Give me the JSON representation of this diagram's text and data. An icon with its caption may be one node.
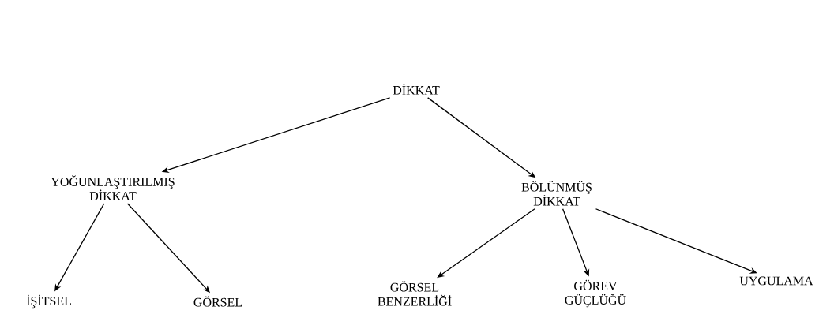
{
  "diagram": {
    "nodes": [
      {
        "text": [
          "DİKKAT"
        ]
      },
      {
        "text": [
          "YOĞUNLAŞTIRILMIŞ DİKKAT"
        ]
      },
      {
        "text": [
          "BÖLÜNMÜŞ DİKKAT"
        ]
      },
      {
        "text": [
          "İŞİTSEL"
        ]
      },
      {
        "text": [
          "GÖRSEL"
        ]
      },
      {
        "text": [
          "GÖRSEL BENZERLİĞİ"
        ]
      },
      {
        "text": [
          "GÖREV GÜÇLÜĞÜ"
        ]
      },
      {
        "text": [
          "UYGULAMA"
        ]
      }
    ],
    "edges": [
      {
        "from": 0,
        "to": 1,
        "arrow": "to"
      },
      {
        "from": 0,
        "to": 2,
        "arrow": "to"
      },
      {
        "from": 1,
        "to": 3,
        "arrow": "to"
      },
      {
        "from": 1,
        "to": 4,
        "arrow": "to"
      },
      {
        "from": 2,
        "to": 5,
        "arrow": "to"
      },
      {
        "from": 2,
        "to": 6,
        "arrow": "to"
      },
      {
        "from": 2,
        "to": 7,
        "arrow": "to"
      }
    ]
  }
}
